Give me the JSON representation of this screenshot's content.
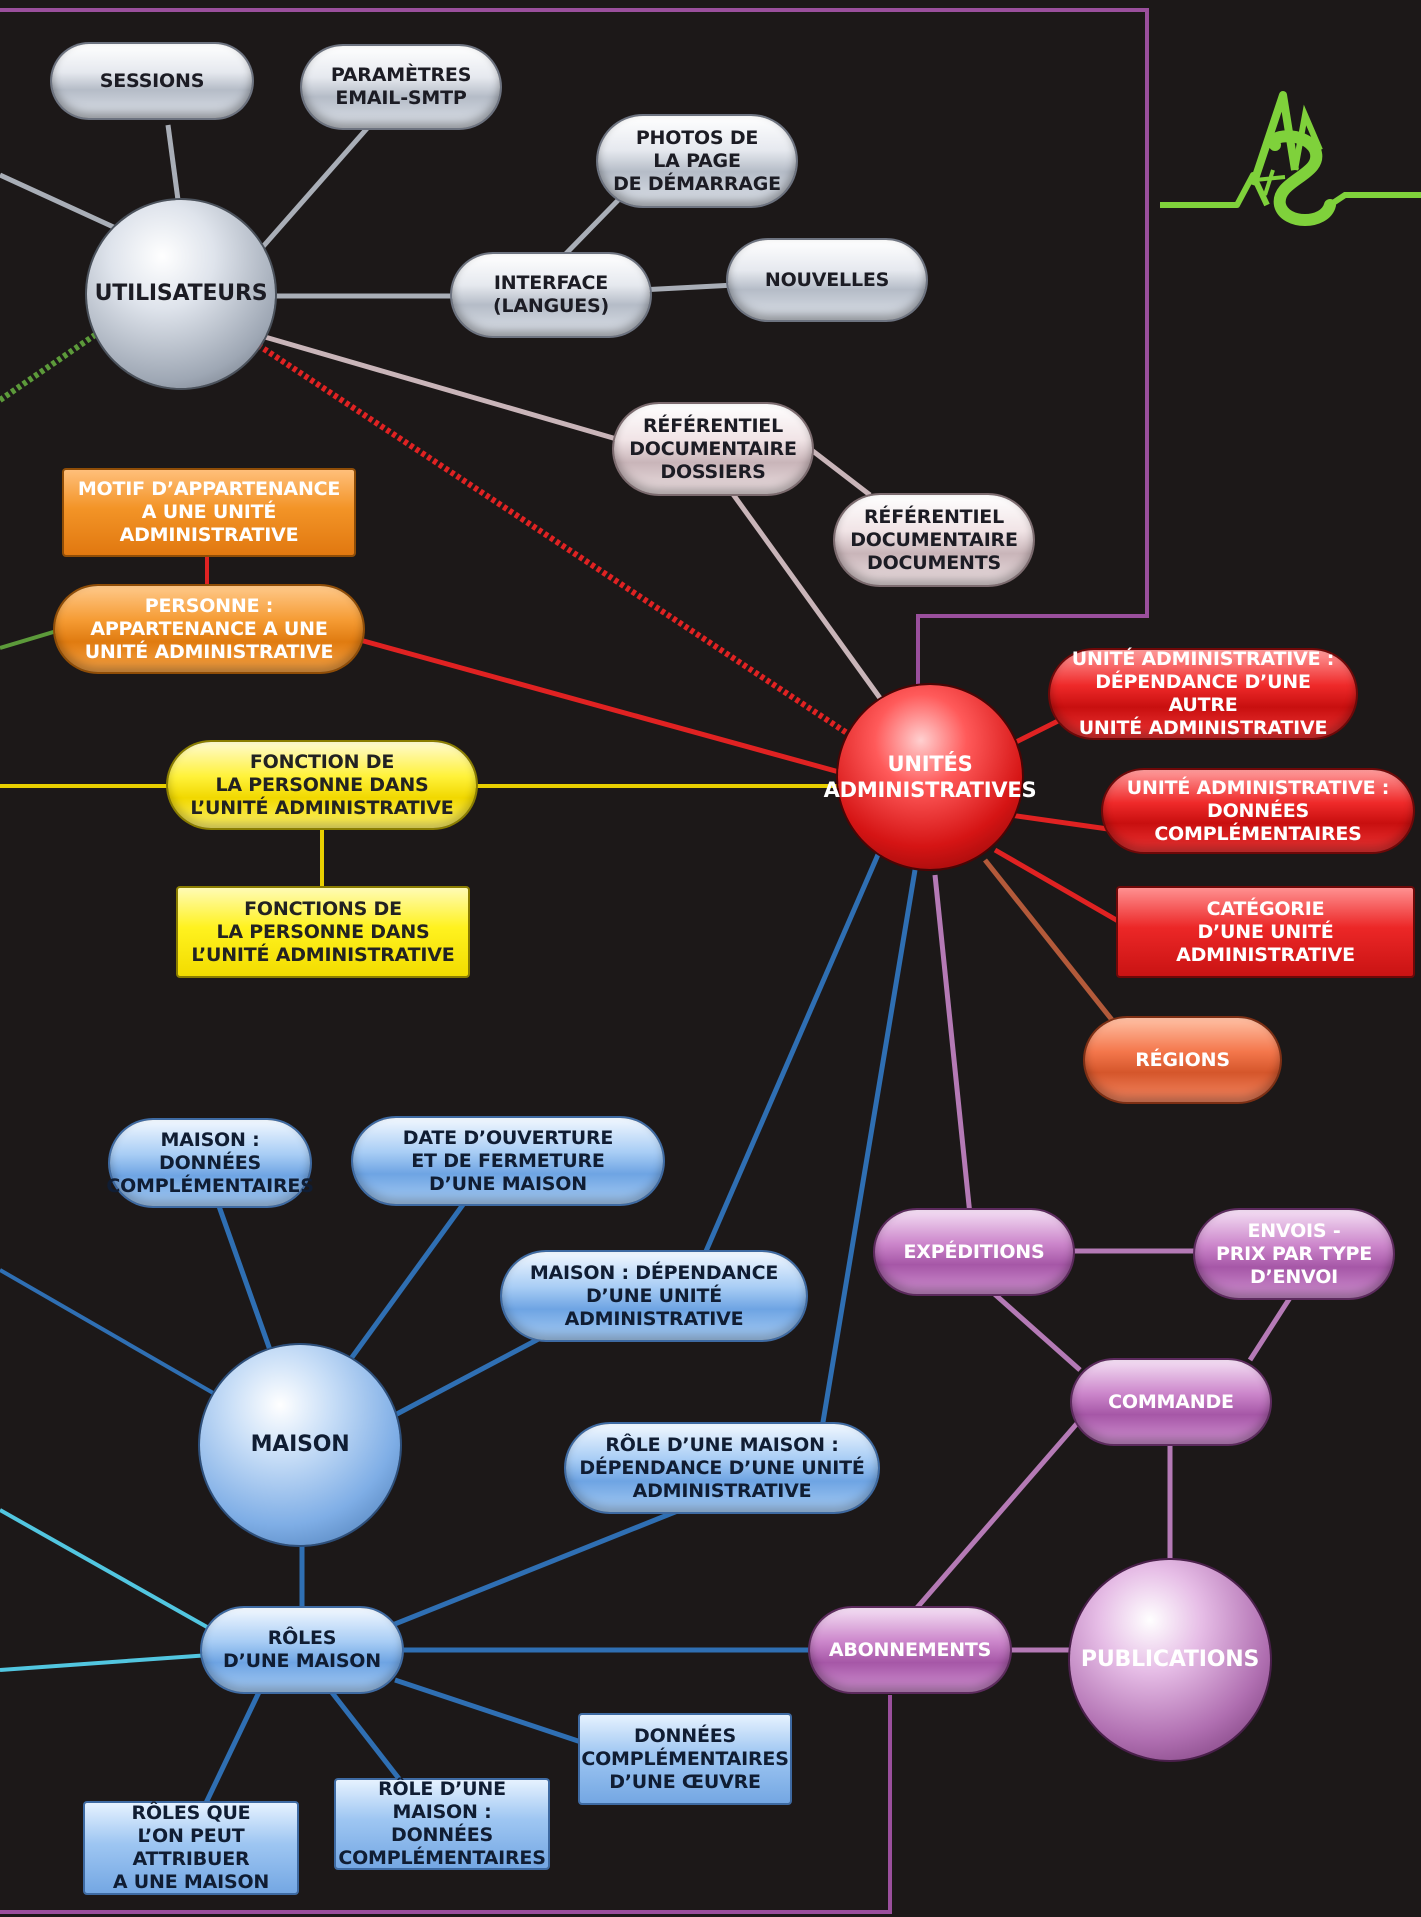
{
  "diagram": {
    "nodes": {
      "sessions": "SESSIONS",
      "parametres_email": "PARAMÈTRES\nEMAIL-SMTP",
      "photos_page": "PHOTOS DE\nLA PAGE\nDE DÉMARRAGE",
      "utilisateurs": "UTILISATEURS",
      "interface": "INTERFACE\n(LANGUES)",
      "nouvelles": "NOUVELLES",
      "ref_dossiers": "RÉFÉRENTIEL\nDOCUMENTAIRE\nDOSSIERS",
      "ref_documents": "RÉFÉRENTIEL\nDOCUMENTAIRE\nDOCUMENTS",
      "motif_appartenance": "MOTIF D’APPARTENANCE\nA UNE UNITÉ\nADMINISTRATIVE",
      "personne_appartenance": "PERSONNE :\nAPPARTENANCE A UNE\nUNITÉ ADMINISTRATIVE",
      "fonction_personne": "FONCTION DE\nLA PERSONNE DANS\nL’UNITÉ ADMINISTRATIVE",
      "fonctions_personne": "FONCTIONS DE\nLA PERSONNE DANS\nL’UNITÉ ADMINISTRATIVE",
      "unites_administratives": "UNITÉS\nADMINISTRATIVES",
      "ua_dependance": "UNITÉ ADMINISTRATIVE :\nDÉPENDANCE D’UNE AUTRE\nUNITÉ ADMINISTRATIVE",
      "ua_donnees": "UNITÉ ADMINISTRATIVE :\nDONNÉES COMPLÉMENTAIRES",
      "categorie_ua": "CATÉGORIE\nD’UNE UNITÉ\nADMINISTRATIVE",
      "regions": "RÉGIONS",
      "maison_donnees": "MAISON :\nDONNÉES\nCOMPLÉMENTAIRES",
      "date_ouverture": "DATE D’OUVERTURE\nET DE FERMETURE\nD’UNE MAISON",
      "maison_dependance": "MAISON : DÉPENDANCE\nD’UNE UNITÉ\nADMINISTRATIVE",
      "expeditions": "EXPÉDITIONS",
      "envois_prix": "ENVOIS -\nPRIX PAR TYPE\nD’ENVOI",
      "maison": "MAISON",
      "role_maison_dependance": "RÔLE D’UNE MAISON :\nDÉPENDANCE D’UNE UNITÉ\nADMINISTRATIVE",
      "commande": "COMMANDE",
      "roles_maison": "RÔLES\nD’UNE MAISON",
      "abonnements": "ABONNEMENTS",
      "publications": "PUBLICATIONS",
      "donnees_oeuvre": "DONNÉES\nCOMPLÉMENTAIRES\nD’UNE ŒUVRE",
      "role_maison_donnees": "RÔLE D’UNE MAISON :\nDONNÉES\nCOMPLÉMENTAIRES",
      "roles_attribuer": "RÔLES QUE\nL’ON PEUT ATTRIBUER\nA UNE MAISON"
    },
    "colors": {
      "background": "#1c1818",
      "frame": "#9a4f9c",
      "logo": "#7fd13b",
      "link_silver": "#a9aeb7",
      "link_red": "#e02222",
      "link_yellow": "#e8cf00",
      "link_blue": "#2f6fb3",
      "link_purple": "#b57ab6",
      "link_green": "#5c9a3a",
      "link_cyan": "#52c6e0"
    }
  }
}
